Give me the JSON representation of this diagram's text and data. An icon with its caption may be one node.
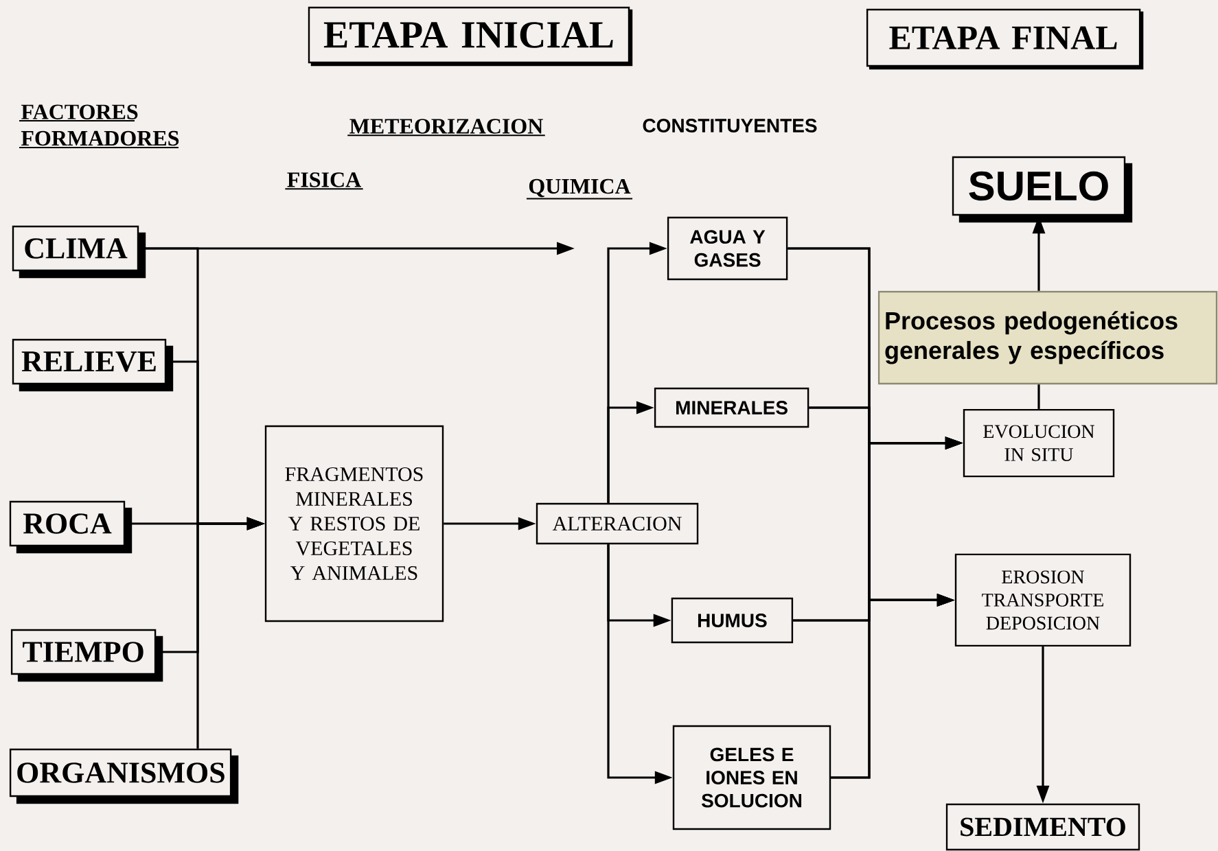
{
  "diagram": {
    "nodes": [
      {
        "text": [
          "ETAPA INICIAL"
        ]
      },
      {
        "text": [
          "ETAPA FINAL"
        ]
      },
      {
        "text": [
          "CLIMA"
        ]
      },
      {
        "text": [
          "RELIEVE"
        ]
      },
      {
        "text": [
          "ROCA"
        ]
      },
      {
        "text": [
          "TIEMPO"
        ]
      },
      {
        "text": [
          "ORGANISMOS"
        ]
      },
      {
        "text": [
          "FRAGMENTOS MINERALES Y RESTOS DE VEGETALES Y ANIMALES"
        ]
      },
      {
        "text": [
          "ALTERACION"
        ]
      },
      {
        "text": [
          "AGUA Y GASES"
        ]
      },
      {
        "text": [
          "MINERALES"
        ]
      },
      {
        "text": [
          "HUMUS"
        ]
      },
      {
        "text": [
          "GELES E IONES EN SOLUCION"
        ]
      },
      {
        "text": [
          "SUELO"
        ]
      },
      {
        "text": [
          "Procesos pedogenéticos generales y específicos"
        ]
      },
      {
        "text": [
          "EVOLUCION IN SITU"
        ]
      },
      {
        "text": [
          "EROSION TRANSPORTE DEPOSICION"
        ]
      },
      {
        "text": [
          "SEDIMENTO"
        ]
      }
    ],
    "edges": [
      {
        "from": 2,
        "to": 7,
        "arrow": "to"
      },
      {
        "from": 3,
        "to": 7,
        "arrow": "to"
      },
      {
        "from": 4,
        "to": 7,
        "arrow": "to"
      },
      {
        "from": 5,
        "to": 7,
        "arrow": "to"
      },
      {
        "from": 6,
        "to": 7,
        "arrow": "to"
      },
      {
        "from": 2,
        "to": null,
        "arrow": "to"
      },
      {
        "from": 7,
        "to": 8,
        "arrow": "to"
      },
      {
        "from": 8,
        "to": 9,
        "arrow": "to"
      },
      {
        "from": 8,
        "to": 10,
        "arrow": "to"
      },
      {
        "from": 8,
        "to": 11,
        "arrow": "to"
      },
      {
        "from": 8,
        "to": 12,
        "arrow": "to"
      },
      {
        "from": 9,
        "to": 15,
        "arrow": "to"
      },
      {
        "from": 9,
        "to": 16,
        "arrow": "to"
      },
      {
        "from": 10,
        "to": 15,
        "arrow": "to"
      },
      {
        "from": 10,
        "to": 16,
        "arrow": "to"
      },
      {
        "from": 11,
        "to": 15,
        "arrow": "to"
      },
      {
        "from": 11,
        "to": 16,
        "arrow": "to"
      },
      {
        "from": 12,
        "to": 15,
        "arrow": "to"
      },
      {
        "from": 12,
        "to": 16,
        "arrow": "to"
      },
      {
        "from": 15,
        "to": 14,
        "arrow": "none"
      },
      {
        "from": 14,
        "to": 13,
        "arrow": "to"
      },
      {
        "from": 16,
        "to": 17,
        "arrow": "to"
      }
    ],
    "labels": [
      "FACTORES FORMADORES",
      "METEORIZACION",
      "FISICA",
      "QUIMICA",
      "CONSTITUYENTES"
    ]
  }
}
